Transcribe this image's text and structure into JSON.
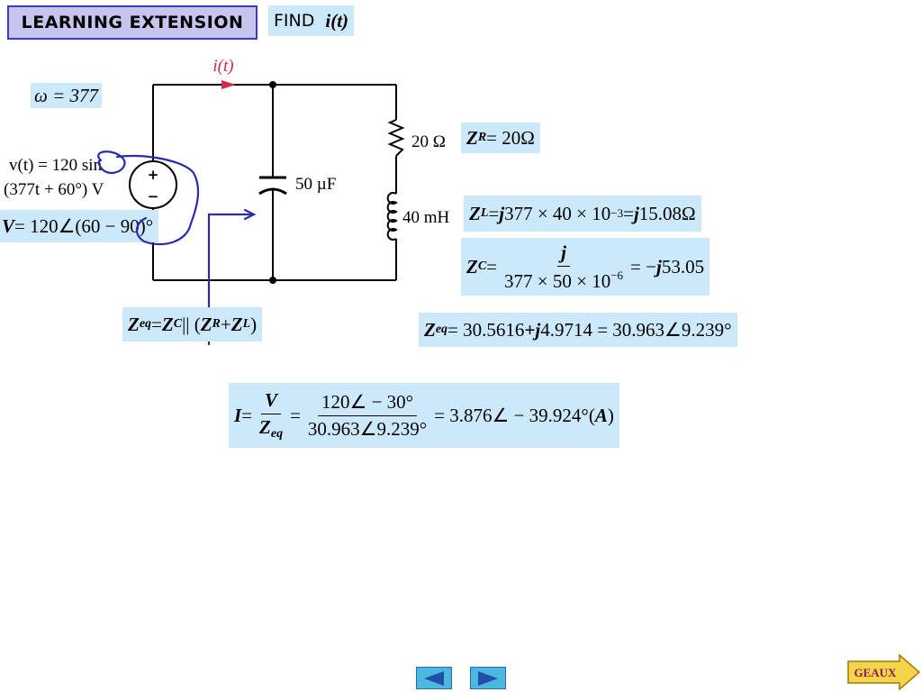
{
  "header": {
    "badge": "LEARNING EXTENSION",
    "task_label": "FIND",
    "task_expr": "i(t)"
  },
  "circuit": {
    "current_label": "i(t)",
    "source_line1": "v(t) = 120 sin",
    "source_line2": "(377t + 60°) V",
    "capacitor_label": "50 µF",
    "resistor_label": "20 Ω",
    "inductor_label": "40 mH",
    "plus": "+",
    "minus": "−"
  },
  "equations": {
    "omega": "ω = 377",
    "phasor_v_lhs": "V",
    "phasor_v_rhs": " = 120∠(60 − 90)°",
    "zr_rhs": " = 20Ω",
    "zl_rhs_a": " = ",
    "zl_rhs_b": "377 × 40 × 10",
    "zl_exp": "−3",
    "zl_rhs_c": " = ",
    "zl_rhs_d": "15.08Ω",
    "zc_num": "j",
    "zc_den": "377 × 50 × 10",
    "zc_den_exp": "−6",
    "zc_rhs": " = −",
    "zc_rhs_b": "53.05",
    "zeq_formula_mid": " = ",
    "zeq_formula_par": " || (",
    "zeq_formula_plus": " + ",
    "zeq_formula_end": ")",
    "zeq_val_a": " = 30.5616 ",
    "zeq_val_b": "+j",
    "zeq_val_c": "4.9714 = 30.963∠9.239°",
    "i_lhs": "I",
    "i_eq": " = ",
    "i_frac1_num": "V",
    "i_frac2_num": "120∠ − 30°",
    "i_frac2_den": "30.963∠9.239°",
    "i_rhs": " = 3.876∠ − 39.924°(",
    "i_unit": "A",
    "i_close": ")"
  },
  "symbols": {
    "Z": "Z",
    "R": "R",
    "L": "L",
    "C": "C",
    "eq": "eq",
    "j": "j"
  },
  "nav": {
    "geaux": "GEAUX"
  },
  "colors": {
    "highlight": "#cce9fb",
    "badge_bg": "#c7c4ee",
    "badge_border": "#3b3bbf",
    "current_arrow": "#d4284a",
    "annotation_ink": "#2a2ab0",
    "nav_button": "#4ab8df",
    "geaux_fill": "#f5d44a"
  }
}
